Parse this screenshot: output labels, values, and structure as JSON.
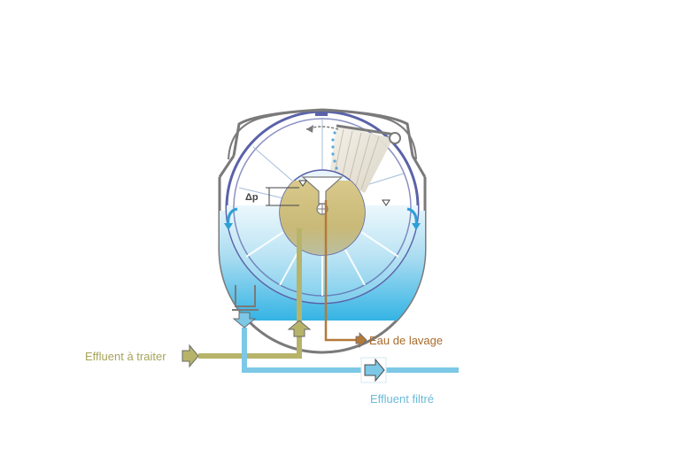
{
  "labels": {
    "influent": "Effluent à traiter",
    "wash_water": "Eau de lavage",
    "effluent": "Effluent filtré",
    "delta_p": "Δp"
  },
  "colors": {
    "water_light": "#d6eef8",
    "water_dark": "#3bb8e6",
    "drum_outline": "#5a62a8",
    "hub_sludge": "#c9b772",
    "influent_pipe": "#b7b46a",
    "wash_pipe": "#b37a3a",
    "effluent_pipe": "#7cc8e6",
    "frame": "#7a7a7a"
  },
  "icons": [
    "arrow-right-icon",
    "arrow-up-icon",
    "arrow-down-icon",
    "water-level-marker-icon",
    "rotation-arrow-icon"
  ]
}
